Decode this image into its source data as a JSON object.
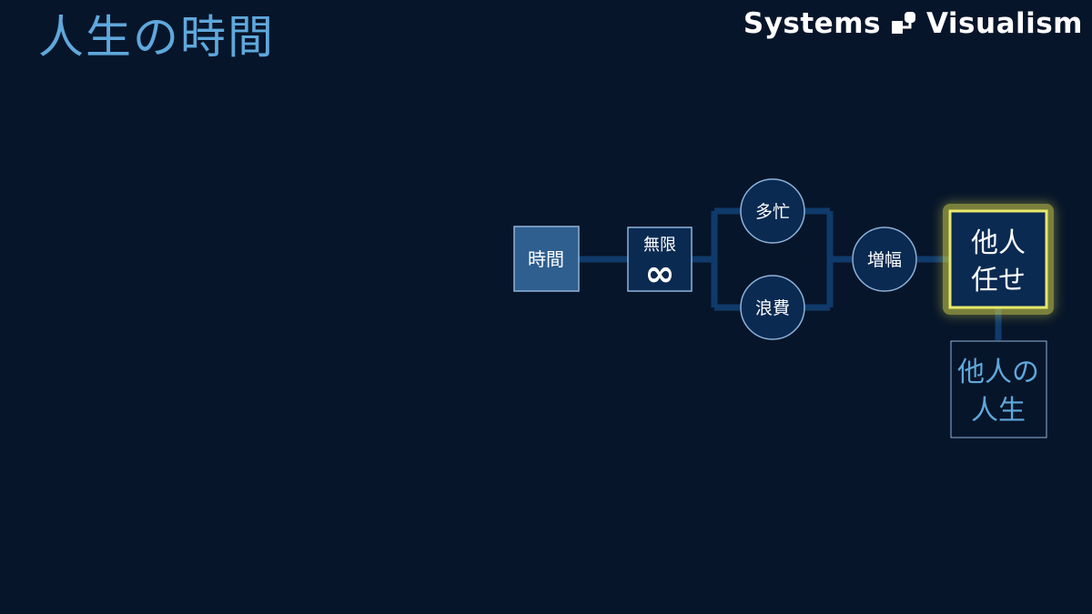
{
  "title": "人生の時間",
  "brand": {
    "left": "Systems",
    "right": "Visualism"
  },
  "nodes": {
    "time": "時間",
    "infinite_label": "無限",
    "infinite_symbol": "∞",
    "busy": "多忙",
    "waste": "浪費",
    "amplify": "増幅",
    "others_line1": "他人",
    "others_line2": "任せ",
    "life_line1": "他人の",
    "life_line2": "人生"
  },
  "colors": {
    "background": "#07152a",
    "title": "#5fa8dc",
    "node_fill": "#0a2a52",
    "node_stroke": "#8fb3d9",
    "connector": "#0f3a6b",
    "time_fill": "#2f5f8f",
    "highlight_glow": "#d9d94a",
    "life_text": "#5fa8dc"
  }
}
